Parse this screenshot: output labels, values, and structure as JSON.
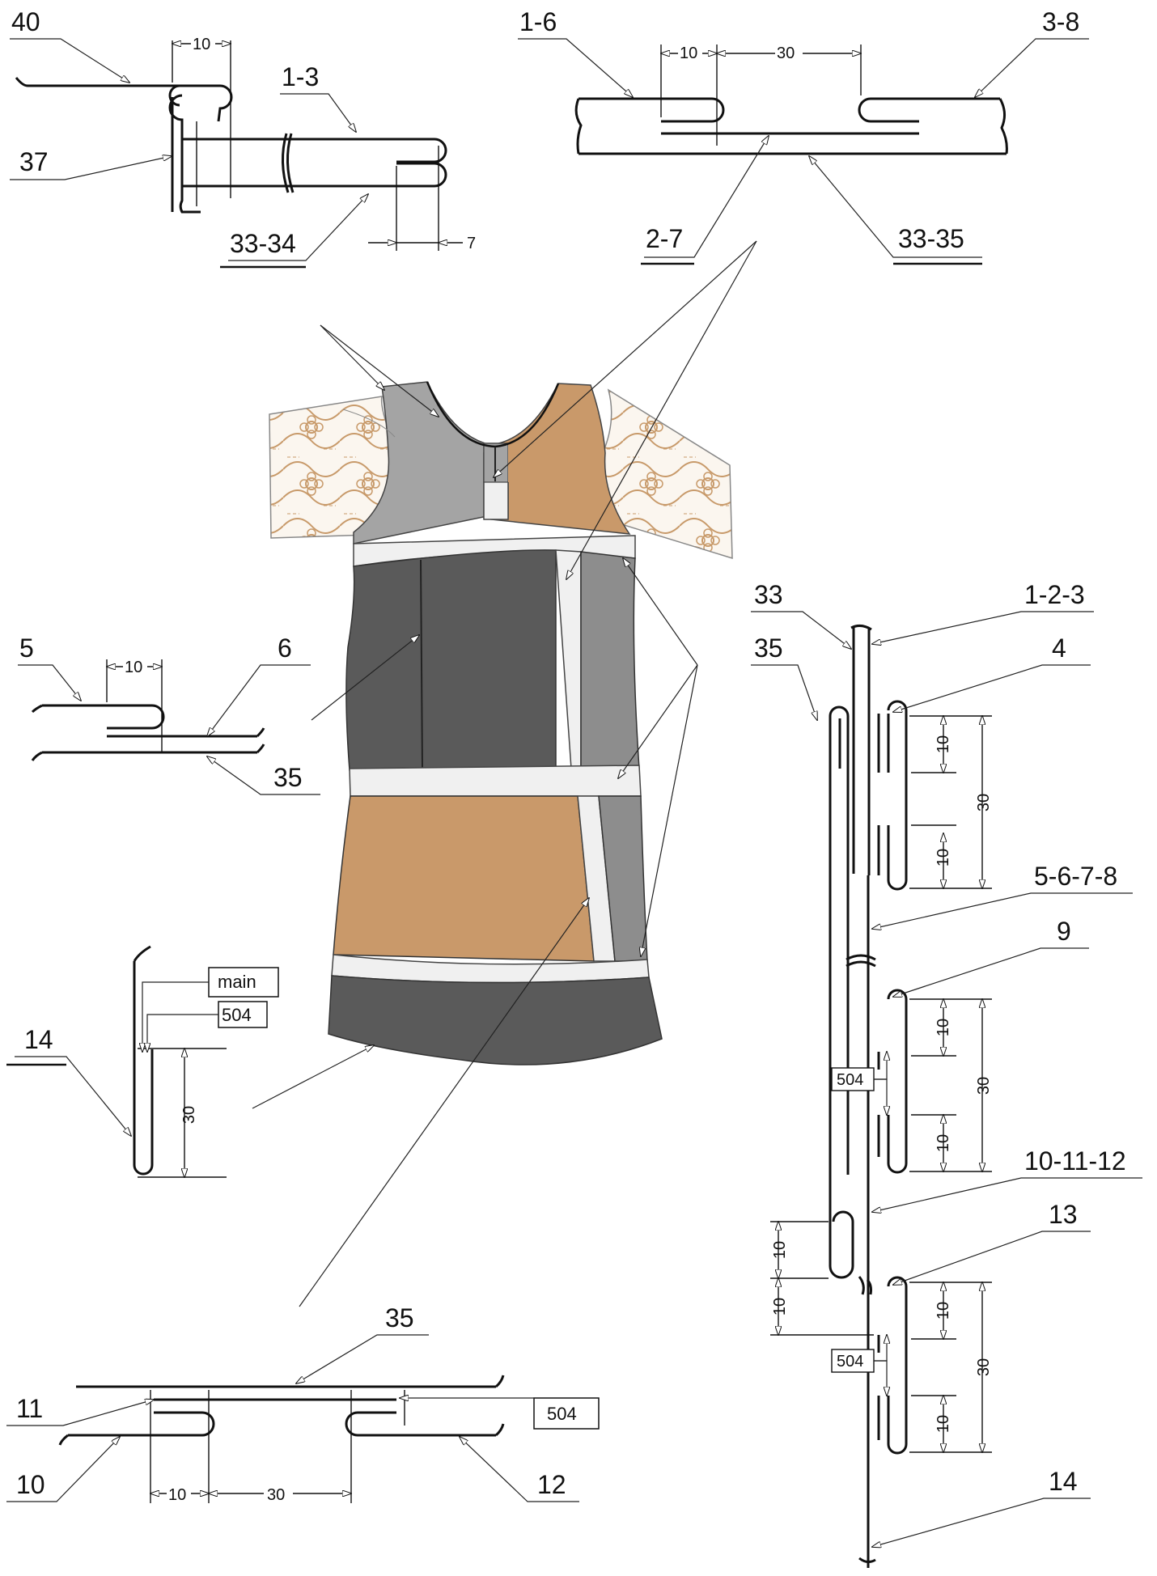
{
  "colors": {
    "dark": "#5a5a5a",
    "mid": "#8d8d8d",
    "light": "#a4a4a4",
    "tan": "#c9996a",
    "strip": "#f0f0f0",
    "lace": "#c89a6a"
  },
  "labels": {
    "l40": "40",
    "l1_3": "1-3",
    "l37": "37",
    "l33_34": "33-34",
    "l1_6": "1-6",
    "l3_8": "3-8",
    "l2_7": "2-7",
    "l33_35": "33-35",
    "l5": "5",
    "l6": "6",
    "l35a": "35",
    "l33": "33",
    "l1_2_3": "1-2-3",
    "l35b": "35",
    "l4": "4",
    "l5_6_7_8": "5-6-7-8",
    "l9": "9",
    "l10_11_12": "10-11-12",
    "l13": "13",
    "l14r": "14",
    "l14": "14",
    "l35c": "35",
    "l11": "11",
    "l10": "10",
    "l12": "12"
  },
  "dims": {
    "ten": "10",
    "thirty": "30",
    "seven": "7"
  },
  "boxes": {
    "main": "main",
    "stitch": "504"
  }
}
